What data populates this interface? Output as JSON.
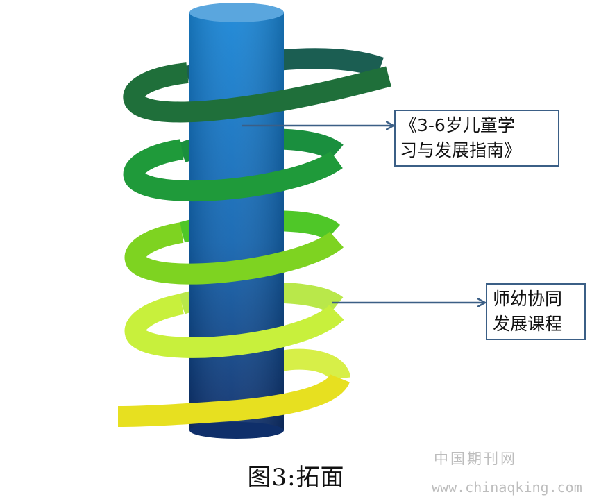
{
  "labels": {
    "guide_line1": "《3-6岁儿童学",
    "guide_line2": "习与发展指南》",
    "course_line1": "师幼协同",
    "course_line2": "发展课程"
  },
  "caption": "图3:拓面",
  "watermark": {
    "site_name": "中国期刊网",
    "url": "www.chinaqking.com"
  },
  "colors": {
    "pillar_top": "#1a7fd0",
    "pillar_bottom": "#0f2f6a",
    "pillar_cap": "#5aa6de",
    "arrow": "#3b5f86",
    "ring1": "#1f6f3a",
    "ring2": "#1f9a3a",
    "ring3": "#7ed321",
    "ring4": "#c8f03c",
    "ring5": "#e7e020"
  }
}
